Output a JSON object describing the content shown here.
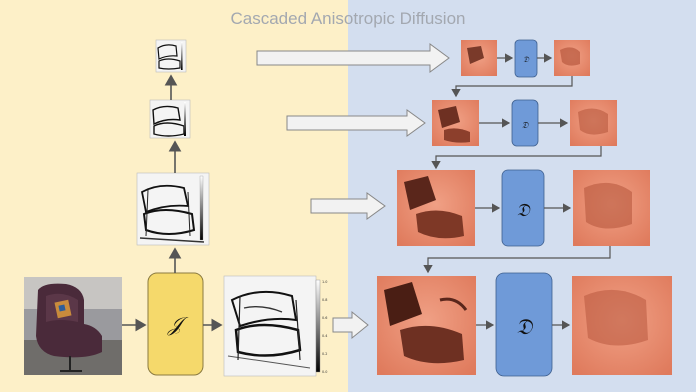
{
  "title": "Cascaded Anisotropic Diffusion",
  "colors": {
    "left_panel": "#fdf0c8",
    "right_panel": "#d3deef",
    "operator_box": "#f5d96b",
    "diffusion_box": "#6f9ad8",
    "salmon": "#e98a6a",
    "arrow": "#555555"
  },
  "operators": {
    "feature": "𝒥",
    "diffusion": "𝔇"
  },
  "colorbar_ticks": [
    "1.0",
    "0.8",
    "0.6",
    "0.4",
    "0.2",
    "0.0"
  ],
  "icons": {
    "chair_photo": "chair-photo-icon",
    "edge_map": "edge-map-icon",
    "depth_map": "depth-map-icon"
  }
}
